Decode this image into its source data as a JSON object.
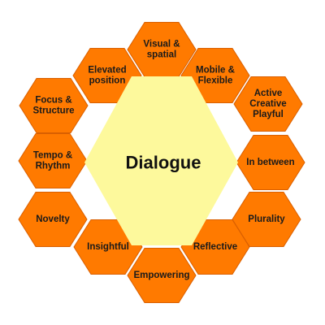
{
  "center": {
    "label": "Dialogue"
  },
  "colors": {
    "outer_fill": "#ff7a00",
    "outer_stroke": "#d95f00",
    "inner_fill": "#fdf99c",
    "text": "#1a1a1a"
  },
  "hexagons": [
    {
      "id": "visual-spatial",
      "lines": [
        "Visual &",
        "spatial"
      ]
    },
    {
      "id": "mobile-flexible",
      "lines": [
        "Mobile &",
        "Flexible"
      ]
    },
    {
      "id": "active-creative-playful",
      "lines": [
        "Active",
        "Creative",
        "Playful"
      ]
    },
    {
      "id": "in-between",
      "lines": [
        "In between"
      ]
    },
    {
      "id": "plurality",
      "lines": [
        "Plurality"
      ]
    },
    {
      "id": "reflective",
      "lines": [
        "Reflective"
      ]
    },
    {
      "id": "empowering",
      "lines": [
        "Empowering"
      ]
    },
    {
      "id": "insightful",
      "lines": [
        "Insightful"
      ]
    },
    {
      "id": "novelty",
      "lines": [
        "Novelty"
      ]
    },
    {
      "id": "tempo-rhythm",
      "lines": [
        "Tempo &",
        "Rhythm"
      ]
    },
    {
      "id": "focus-structure",
      "lines": [
        "Focus &",
        "Structure"
      ]
    },
    {
      "id": "elevated-position",
      "lines": [
        "Elevated",
        "position"
      ]
    }
  ]
}
